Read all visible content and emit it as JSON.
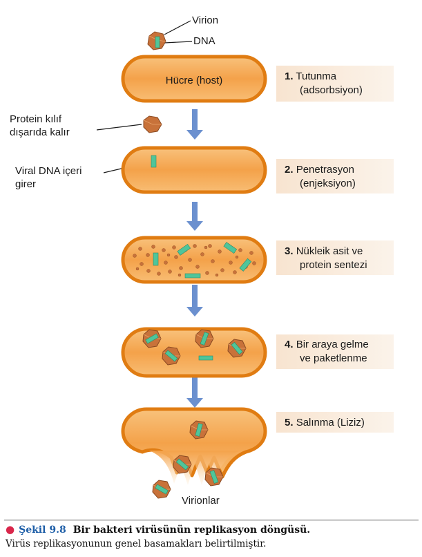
{
  "labels": {
    "virion": "Virion",
    "dna": "DNA",
    "host_cell": "Hücre (host)",
    "protein_coat_line1": "Protein kılıf",
    "protein_coat_line2": "dışarıda kalır",
    "viral_dna_line1": "Viral DNA içeri",
    "viral_dna_line2": "girer",
    "virions": "Virionlar"
  },
  "steps": [
    {
      "number": "1.",
      "line1": "Tutunma",
      "line2": "(adsorbsiyon)"
    },
    {
      "number": "2.",
      "line1": "Penetrasyon",
      "line2": "(enjeksiyon)"
    },
    {
      "number": "3.",
      "line1": "Nükleik asit ve",
      "line2": "protein sentezi"
    },
    {
      "number": "4.",
      "line1": "Bir araya gelme",
      "line2": "ve paketlenme"
    },
    {
      "number": "5.",
      "line1": "Salınma (Liziz)",
      "line2": ""
    }
  ],
  "caption": {
    "number": "Şekil 9.8",
    "title": "Bir bakteri virüsünün replikasyon döngüsü.",
    "text": "Virüs replikasyonunun genel basamakları belirtilmiştir."
  },
  "colors": {
    "cell_fill": "#f4a650",
    "cell_outline": "#e07c12",
    "capsid": "#c8723a",
    "dna_segment": "#4fc59a",
    "arrow": "#6b90cf",
    "step_label_bg": "#f9eadc"
  }
}
